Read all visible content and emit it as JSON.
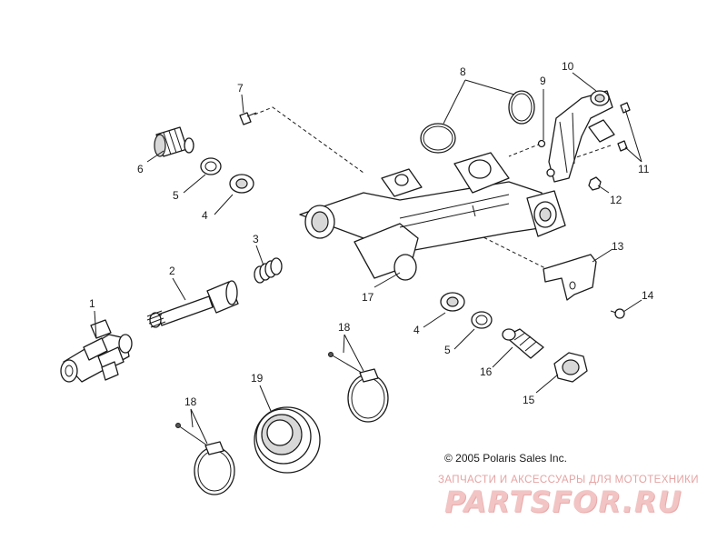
{
  "callouts": [
    "1",
    "2",
    "3",
    "4",
    "4",
    "5",
    "5",
    "6",
    "7",
    "8",
    "9",
    "10",
    "11",
    "12",
    "13",
    "14",
    "15",
    "16",
    "17",
    "18",
    "18",
    "19"
  ],
  "copyright": "© 2005 Polaris Sales Inc.",
  "watermark": {
    "subtitle": "ЗАПЧАСТИ И АКСЕССУАРЫ ДЛЯ МОТОТЕХНИКИ",
    "logo": "PARTSFOR.RU"
  }
}
